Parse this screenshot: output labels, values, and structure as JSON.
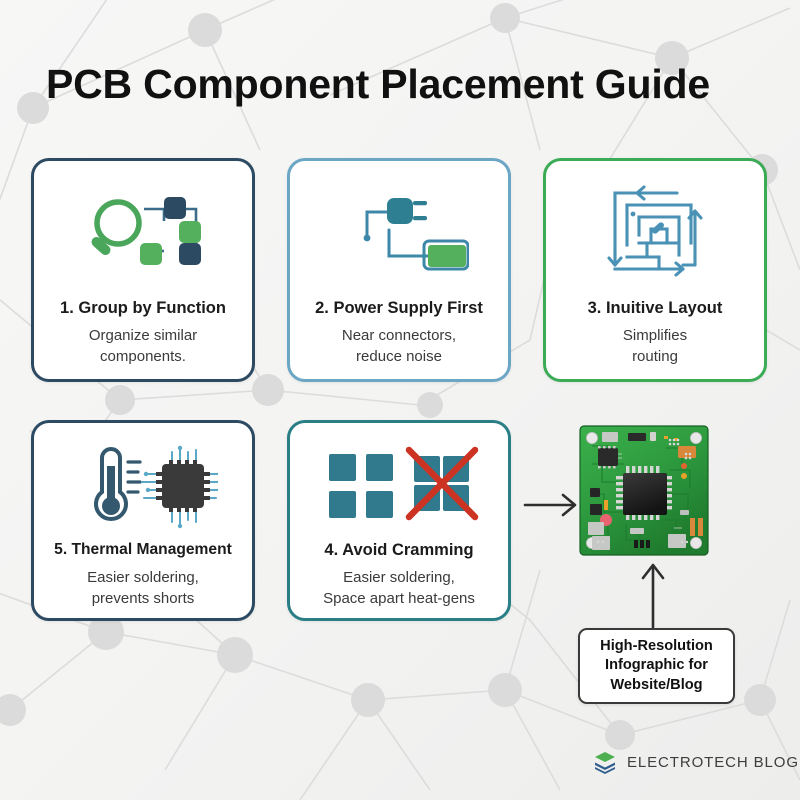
{
  "page": {
    "title": "PCB Component Placement Guide",
    "background_color": "#f4f4f3"
  },
  "colors": {
    "navy": "#2d4a63",
    "light_blue": "#6ba6c5",
    "green": "#3bab56",
    "teal": "#2a7f86",
    "red_cross": "#cc3322",
    "pcb_green": "#2e9b3f",
    "chip_black": "#2b2b2b",
    "title_black": "#111111",
    "network_gray": "#dddddd"
  },
  "cards": [
    {
      "id": "card-1",
      "title": "1. Group by Function",
      "subtitle_lines": [
        "Organize similar",
        "components."
      ],
      "border_color": "#2d4a63",
      "icon": "magnifier-nodes-icon"
    },
    {
      "id": "card-2",
      "title": "2. Power Supply First",
      "subtitle_lines": [
        "Near connectors,",
        "reduce noise"
      ],
      "border_color": "#6ba6c5",
      "icon": "plug-battery-icon"
    },
    {
      "id": "card-3",
      "title": "3. Inuitive Layout",
      "subtitle_lines": [
        "Simplifies",
        "routing"
      ],
      "border_color": "#3bab56",
      "icon": "maze-routing-icon"
    },
    {
      "id": "card-4",
      "title": "4. Avoid Cramming",
      "subtitle_lines": [
        "Easier soldering,",
        "Space apart heat-gens"
      ],
      "border_color": "#2a7f86",
      "icon": "grid-crossed-icon"
    },
    {
      "id": "card-5",
      "title": "5. Thermal Management",
      "subtitle_lines": [
        "Easier soldering,",
        "prevents shorts"
      ],
      "border_color": "#2d4a63",
      "icon": "thermometer-chip-icon"
    }
  ],
  "pcb": {
    "label": "pcb-board-photo"
  },
  "callout": {
    "lines": [
      "High-Resolution",
      "Infographic for",
      "Website/Blog"
    ]
  },
  "footer": {
    "brand": "ELECTROTECH BLOG",
    "logo": "stacked-layers-logo"
  }
}
